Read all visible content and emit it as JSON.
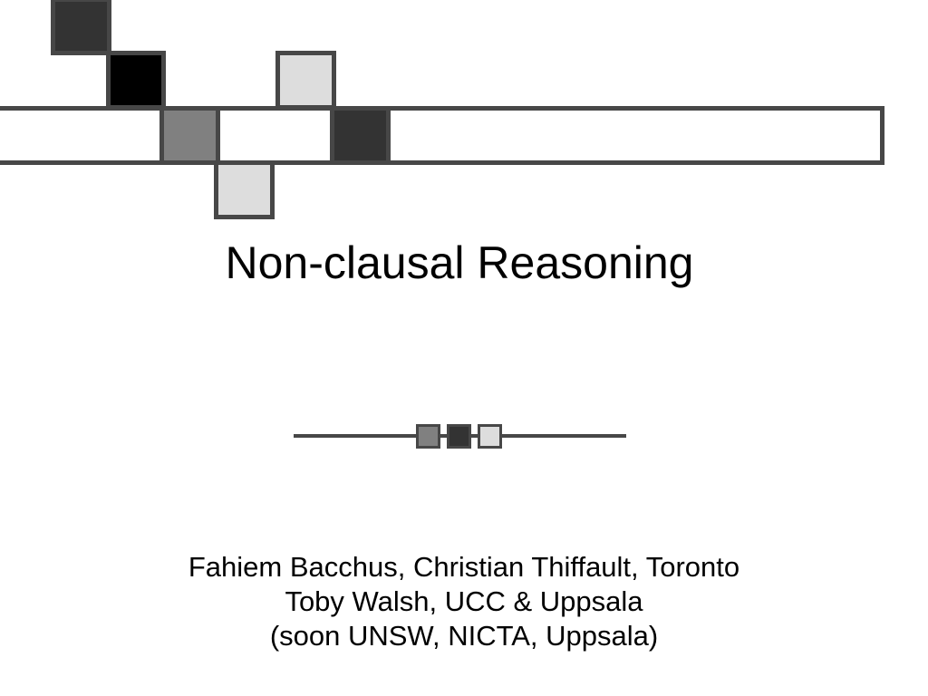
{
  "slide": {
    "title": "Non-clausal Reasoning",
    "subtitle_lines": [
      "Fahiem Bacchus, Christian Thiffault, Toronto",
      "Toby Walsh, UCC & Uppsala",
      "(soon UNSW, NICTA, Uppsala)"
    ]
  },
  "colors": {
    "border": "#474747",
    "black": "#000000",
    "dark_gray": "#333333",
    "mid_gray": "#808080",
    "light_gray": "#dddddd",
    "white": "#ffffff"
  }
}
